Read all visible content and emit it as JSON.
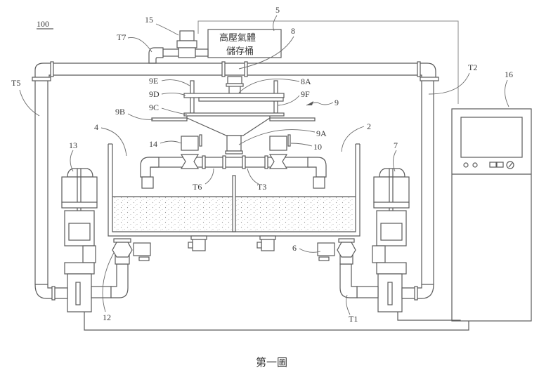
{
  "figure": {
    "caption": "第一圖",
    "reference_number": "100"
  },
  "storage_tank": {
    "ref": "5",
    "text_line1": "高壓氣體",
    "text_line2": "儲存桶"
  },
  "labels": {
    "gas_valve": "15",
    "pipe_t7": "T7",
    "pipe_t5": "T5",
    "pipe_t2": "T2",
    "manifold": "8",
    "manifold_outlet": "8A",
    "plate_9e": "9E",
    "plate_9d": "9D",
    "plate_9c": "9C",
    "plate_9b": "9B",
    "post_9f": "9F",
    "assembly": "9",
    "nozzle_9a": "9A",
    "valve_14": "14",
    "valve_10": "10",
    "pipe_t6": "T6",
    "pipe_t3": "T3",
    "tank_left": "4",
    "tank_right": "2",
    "pump_left": "13",
    "pump_right": "7",
    "valve_12": "12",
    "valve_6": "6",
    "pipe_t1": "T1",
    "controller": "16"
  },
  "colors": {
    "line": "#5a5a5a",
    "background": "#ffffff",
    "sand_dots": "#9a9a9a"
  }
}
